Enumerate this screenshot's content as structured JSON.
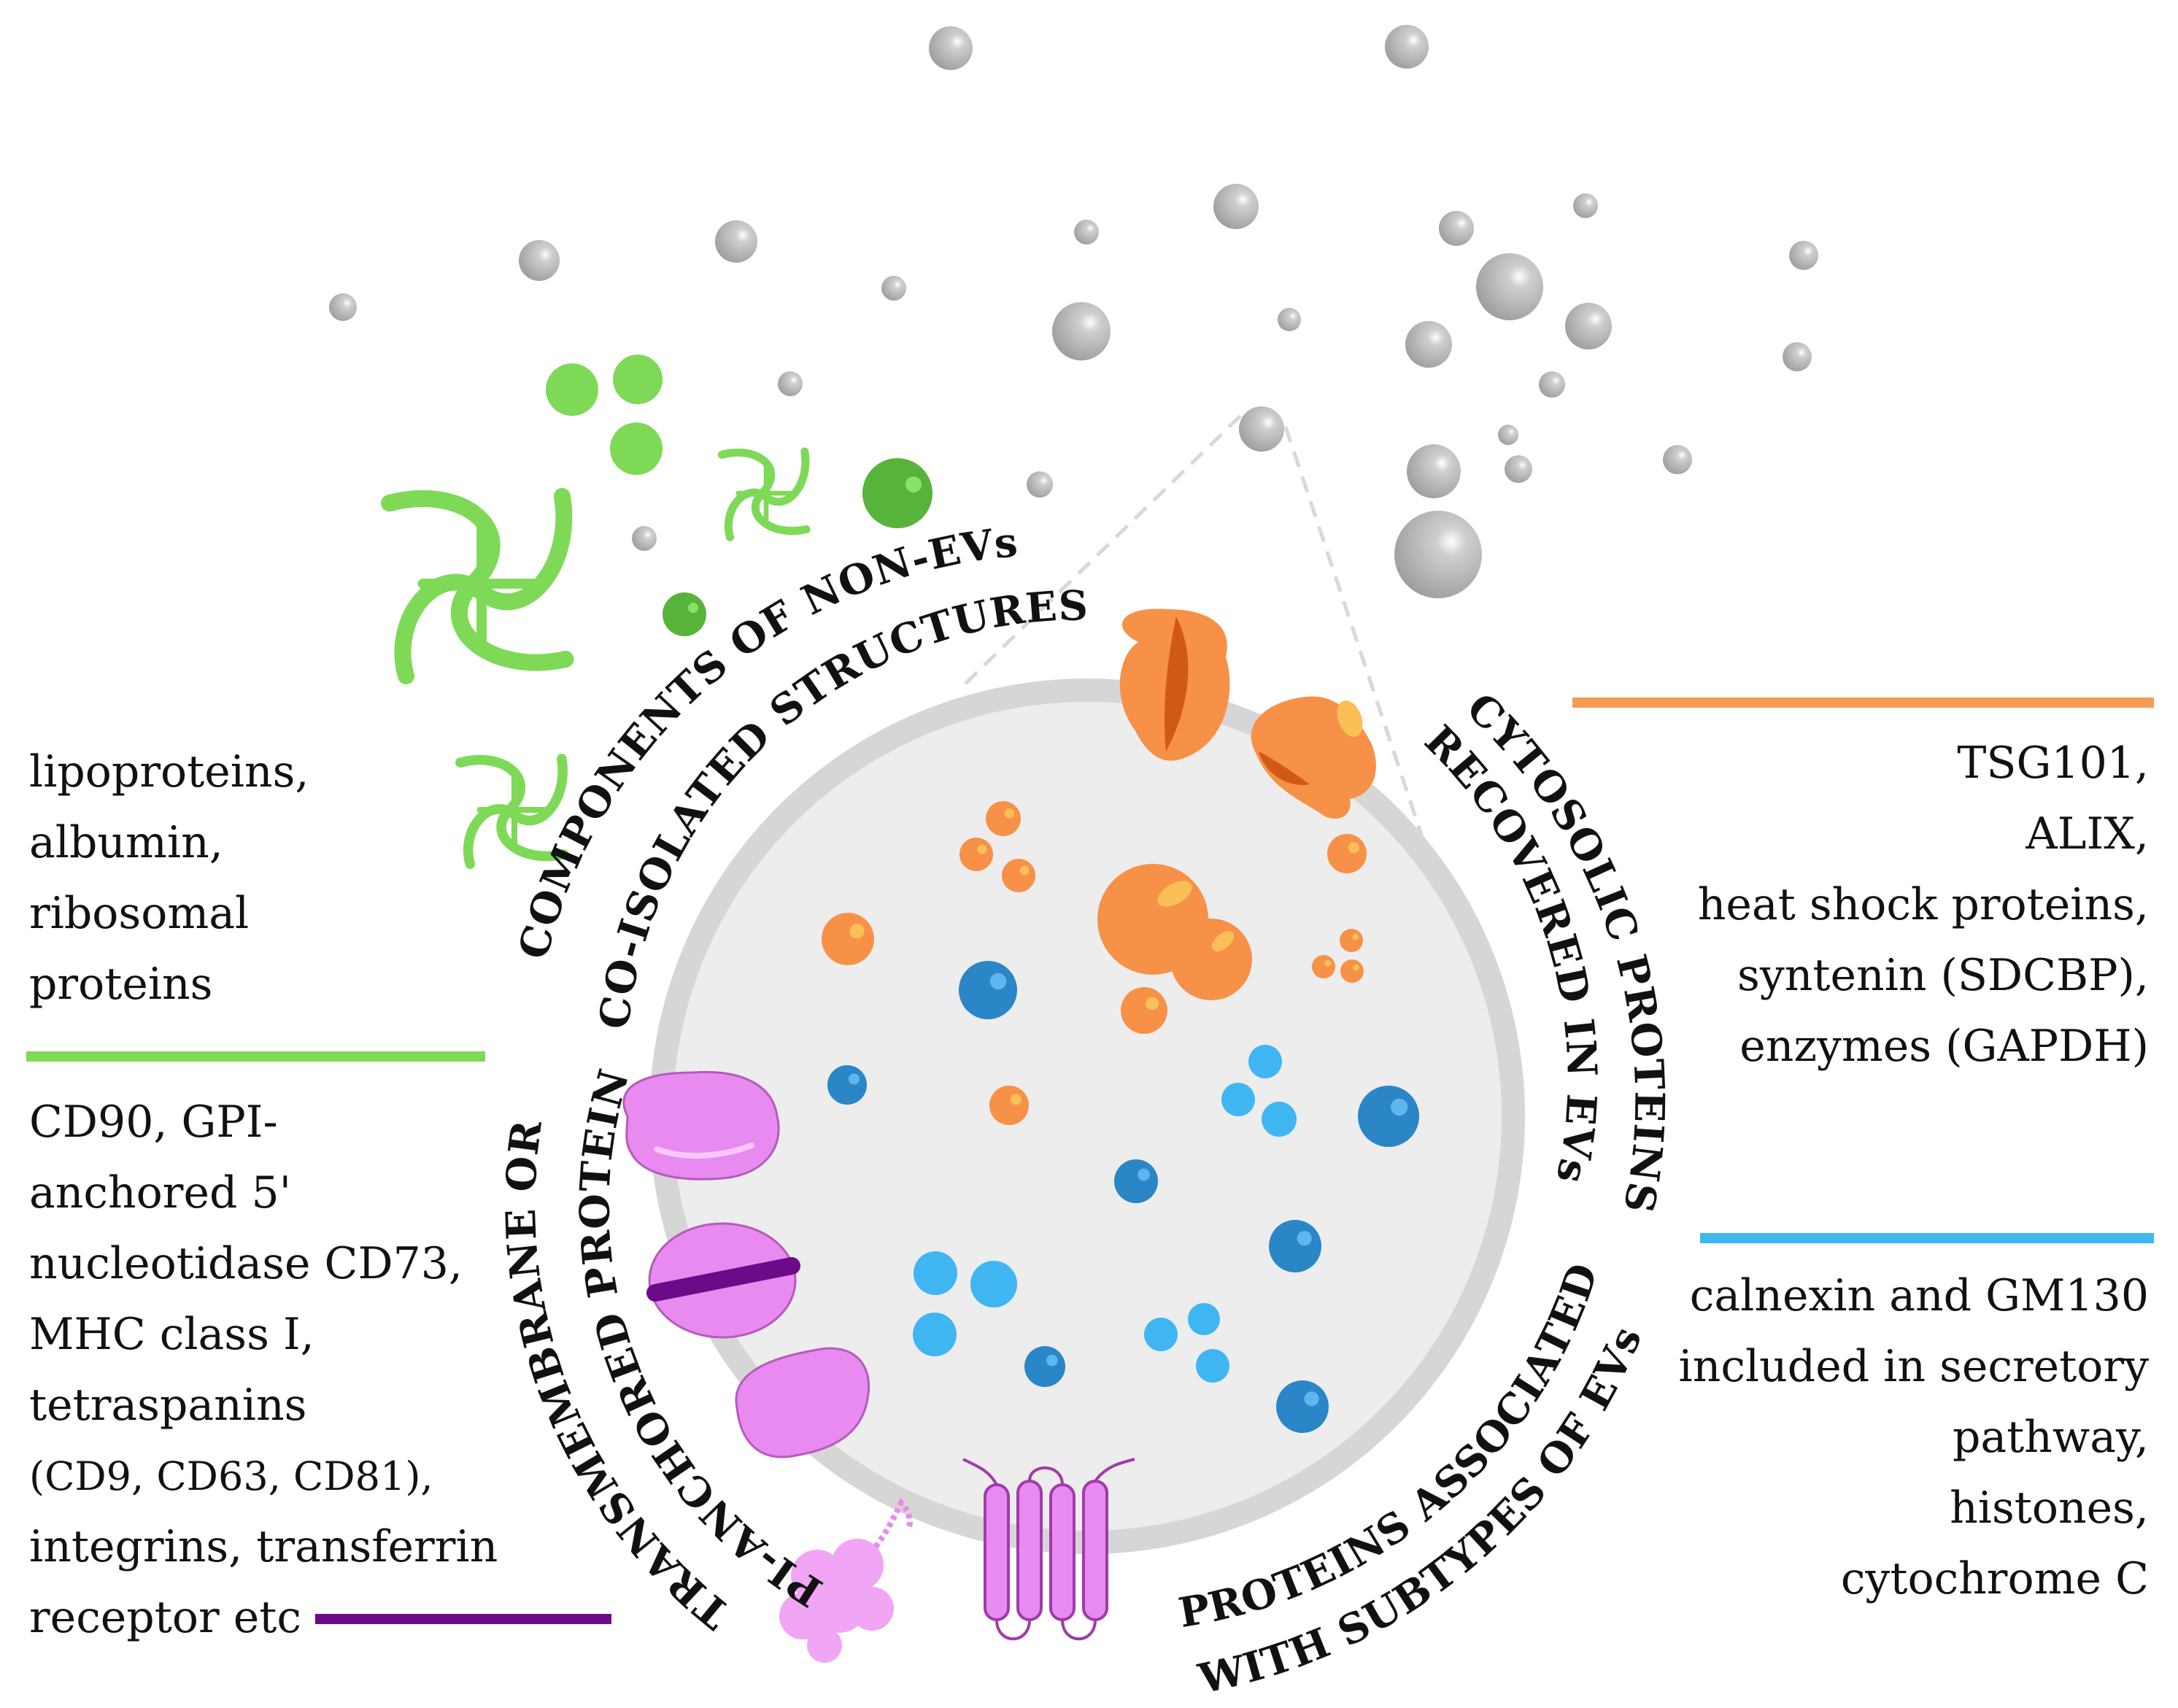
{
  "left_panel": {
    "top_group": [
      "lipoproteins,",
      "albumin,",
      "ribosomal",
      "proteins"
    ],
    "bottom_group": [
      "CD90, GPI-",
      "anchored 5'",
      "nucleotidase CD73,",
      "MHC class I,",
      "tetraspanins",
      "(CD9, CD63, CD81),",
      "integrins, transferrin",
      "receptor etc"
    ]
  },
  "right_panel": {
    "top_group": [
      "TSG101,",
      "ALIX,",
      "heat shock proteins,",
      "syntenin (SDCBP),",
      "enzymes (GAPDH)"
    ],
    "bottom_group": [
      "calnexin and GM130",
      "included in secretory",
      "pathway,",
      "histones,",
      "cytochrome C"
    ]
  },
  "arc_labels": {
    "non_ev_line1": "COMPONENTS OF NON-EVs",
    "non_ev_line2": "CO-ISOLATED STRUCTURES",
    "cytosolic_line1": "CYTOSOLIC PROTEINS",
    "cytosolic_line2": "RECOVERED IN EVs",
    "transmembrane_line1": "TRANSMEMBRANE OR",
    "transmembrane_line2": "GPI-ANCHORED PROTEINS",
    "subtypes_line1": "PROTEINS ASSOCIATED",
    "subtypes_line2": "WITH SUBTYPES OF EVs"
  },
  "colors": {
    "green_line": "#7ed957",
    "orange_line": "#f79b56",
    "blue_line": "#3fb6f2",
    "purple_line": "#6d0a8a",
    "vesicle_fill": "#ededed",
    "vesicle_ring": "#d6d6d6",
    "grey_particle": "#9e9e9e",
    "orange_protein": "#f79148",
    "dark_blue_protein": "#2a86c6",
    "light_blue_protein": "#3fb6f2",
    "pink_protein": "#e98af0",
    "green_particle": "#7ed957"
  }
}
